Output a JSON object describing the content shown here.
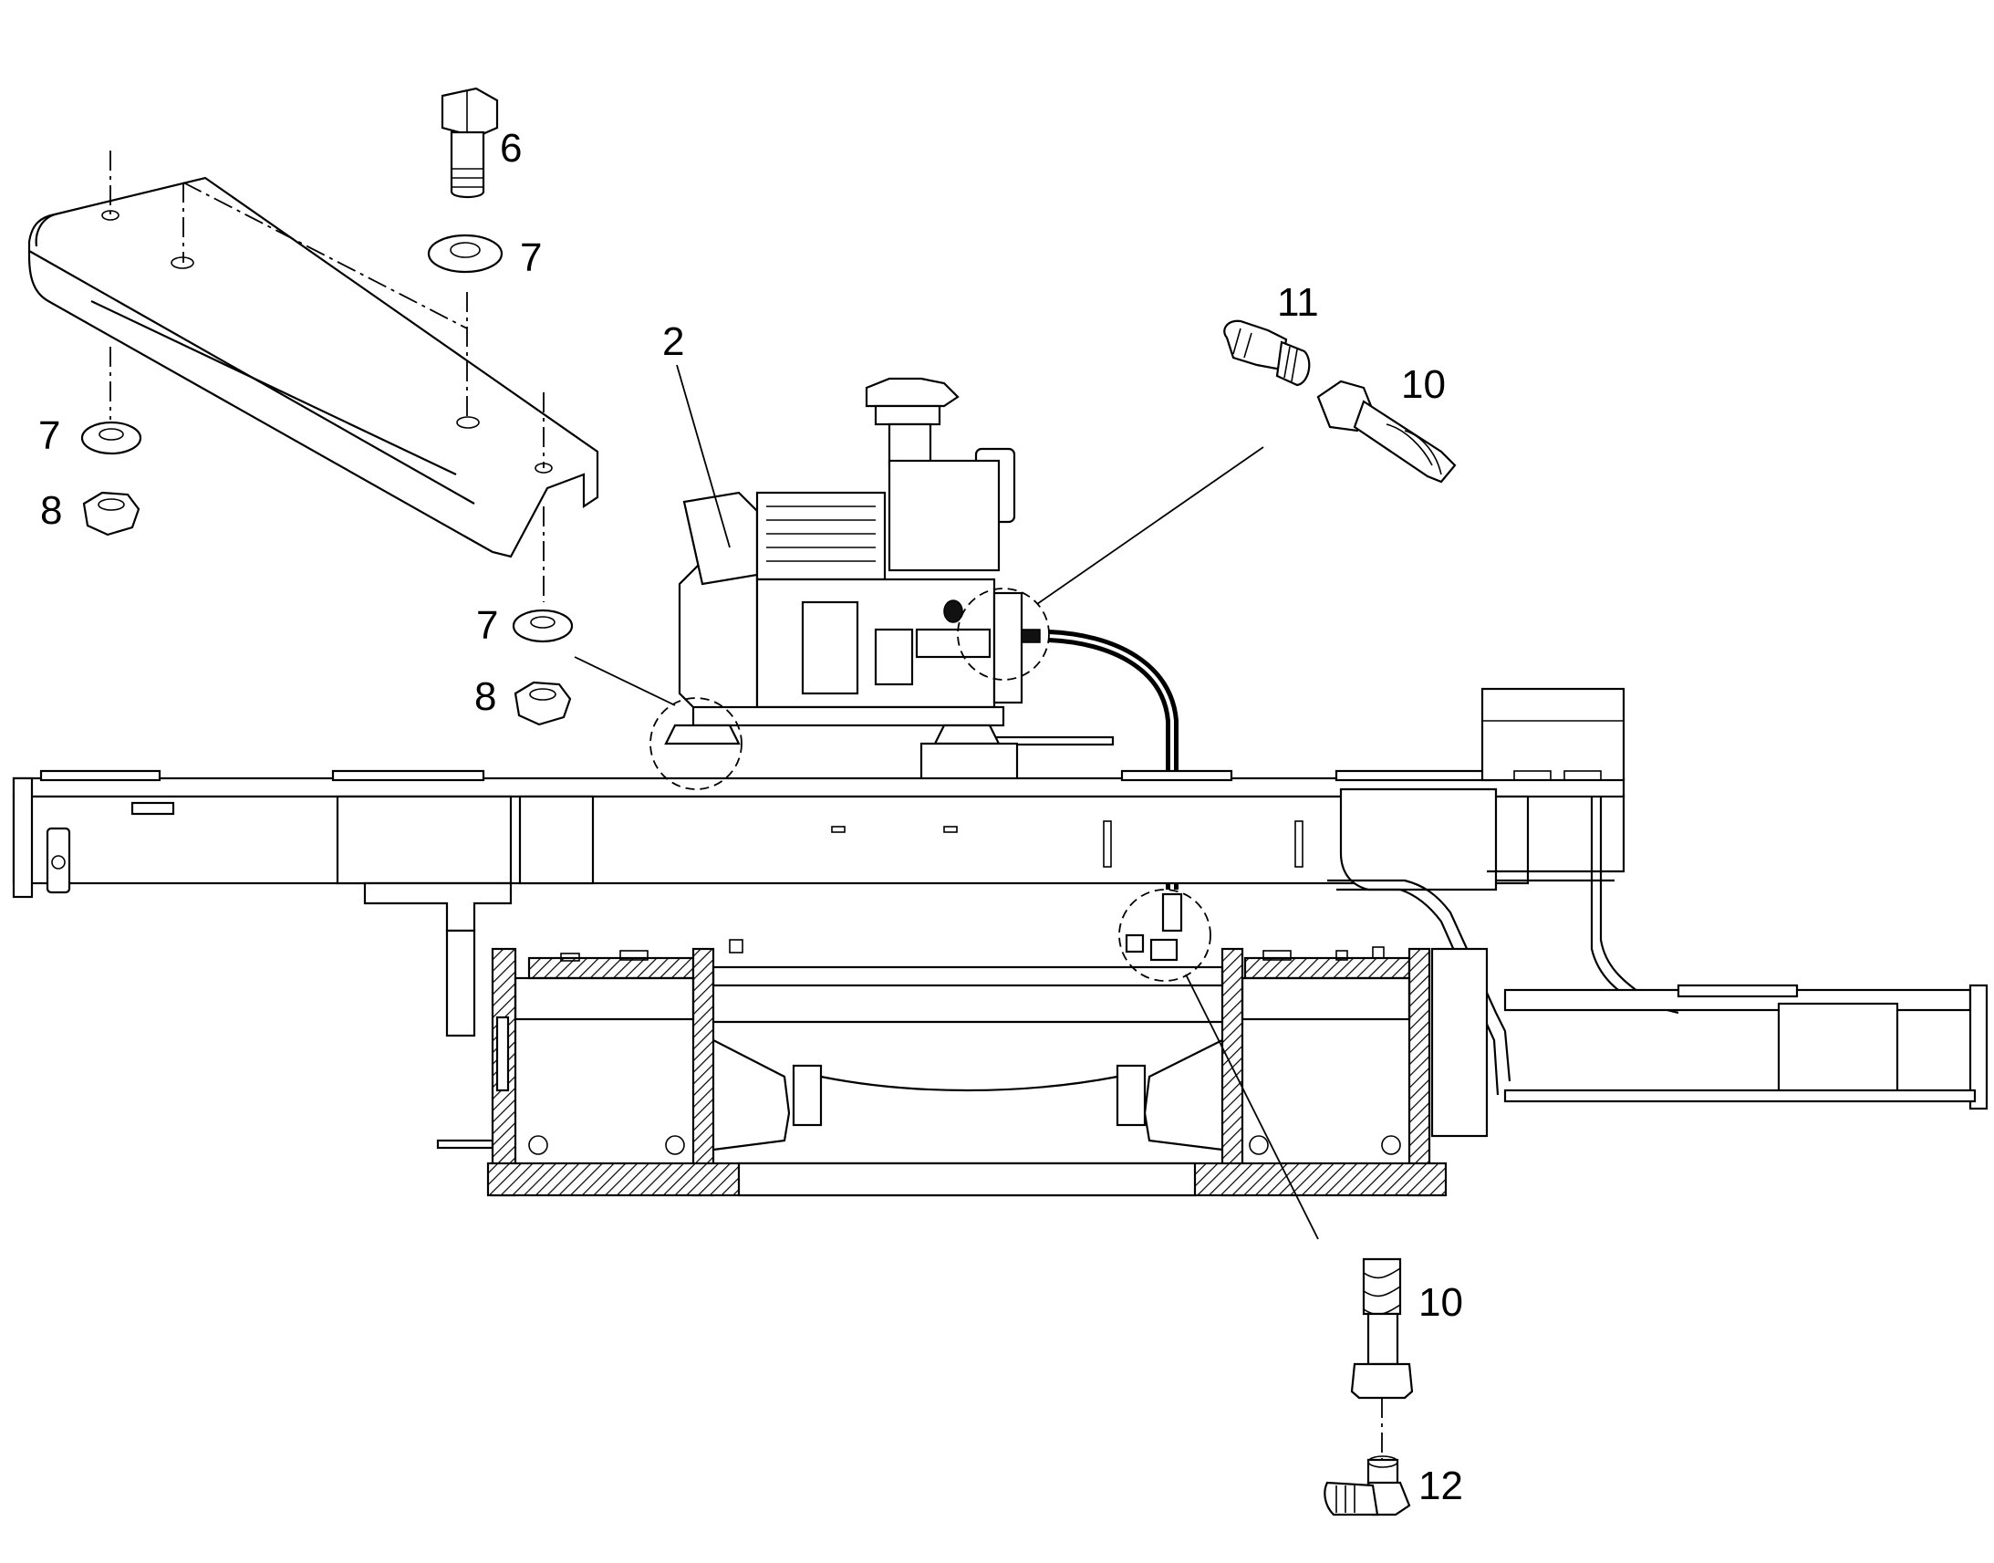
{
  "diagram": {
    "callouts": [
      {
        "id": "c6",
        "text": "6"
      },
      {
        "id": "c7a",
        "text": "7"
      },
      {
        "id": "c7b",
        "text": "7"
      },
      {
        "id": "c7c",
        "text": "7"
      },
      {
        "id": "c8a",
        "text": "8"
      },
      {
        "id": "c8b",
        "text": "8"
      },
      {
        "id": "c2",
        "text": "2"
      },
      {
        "id": "c11",
        "text": "11"
      },
      {
        "id": "c10a",
        "text": "10"
      },
      {
        "id": "c10b",
        "text": "10"
      },
      {
        "id": "c12",
        "text": "12"
      }
    ]
  }
}
